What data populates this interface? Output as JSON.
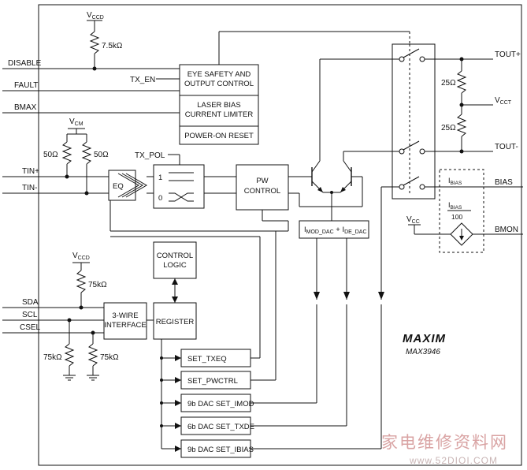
{
  "pins_left": {
    "disable": "DISABLE",
    "fault": "FAULT",
    "bmax": "BMAX",
    "tin_p": "TIN+",
    "tin_n": "TIN-",
    "sda": "SDA",
    "scl": "SCL",
    "csel": "CSEL"
  },
  "pins_right": {
    "tout_p": "TOUT+",
    "vcct_main": "V",
    "vcct_sub": "CCT",
    "tout_n": "TOUT-",
    "bias": "BIAS",
    "bmon": "BMON"
  },
  "supplies": {
    "vccd_main": "V",
    "vccd_sub": "CCD",
    "vcm_main": "V",
    "vcm_sub": "CM",
    "vcc_main": "V",
    "vcc_sub": "CC"
  },
  "resistors": {
    "r_pullup_top": "7.5kΩ",
    "r_tin_p": "50Ω",
    "r_tin_n": "50Ω",
    "r_out_top": "25Ω",
    "r_out_bot": "25Ω",
    "r_sda": "75kΩ",
    "r_scl": "75kΩ",
    "r_csel": "75kΩ"
  },
  "signals": {
    "tx_en": "TX_EN",
    "tx_pol": "TX_POL",
    "pol_1": "1",
    "pol_0": "0"
  },
  "blocks": {
    "eye_safety_l1": "EYE SAFETY AND",
    "eye_safety_l2": "OUTPUT CONTROL",
    "laser_bias_l1": "LASER BIAS",
    "laser_bias_l2": "CURRENT LIMITER",
    "power_on_reset": "POWER-ON RESET",
    "eq": "EQ",
    "pw_l1": "PW",
    "pw_l2": "CONTROL",
    "control_l1": "CONTROL",
    "control_l2": "LOGIC",
    "three_wire_l1": "3-WIRE",
    "three_wire_l2": "INTERFACE",
    "register": "REGISTER",
    "imod_a": "I",
    "imod_b": "MOD_DAC",
    "imod_c": " + I",
    "imod_d": "DE_DAC",
    "ibias_a": "I",
    "ibias_b": "BIAS",
    "ibias_c": "I",
    "ibias_d": "BIAS",
    "ibias_e": "100"
  },
  "reg_boxes": [
    "SET_TXEQ",
    "SET_PWCTRL",
    "9b DAC SET_IMOD",
    "6b DAC SET_TXDE",
    "9b DAC SET_IBIAS"
  ],
  "brand": {
    "logo": "MAXIM",
    "part": "MAX3946"
  },
  "watermark": {
    "line1": "家电维修资料网",
    "line2": "www.52DIOI.COM"
  }
}
